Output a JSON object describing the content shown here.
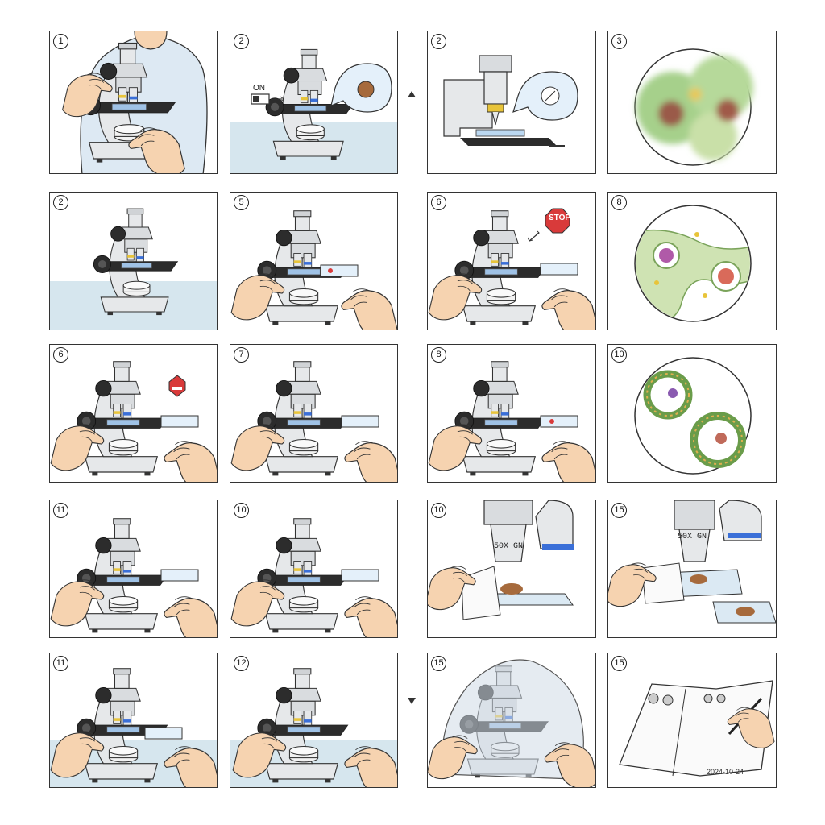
{
  "panels": [
    {
      "number": "1"
    },
    {
      "number": "2"
    },
    {
      "number": "2"
    },
    {
      "number": "3"
    },
    {
      "number": "2"
    },
    {
      "number": "5"
    },
    {
      "number": "6"
    },
    {
      "number": "8"
    },
    {
      "number": "6"
    },
    {
      "number": "7"
    },
    {
      "number": "8"
    },
    {
      "number": "10"
    },
    {
      "number": "11"
    },
    {
      "number": "10"
    },
    {
      "number": "10"
    },
    {
      "number": "15"
    },
    {
      "number": "11"
    },
    {
      "number": "12"
    },
    {
      "number": "15"
    },
    {
      "number": "15"
    }
  ],
  "labels": {
    "switch_on": "ON",
    "stop_sign": "STOP",
    "lens_label_1": "50X GN",
    "lens_label_2": "50X GN",
    "notebook_date": "2024-10-24"
  },
  "colors": {
    "line": "#333333",
    "microscope_body": "#e6e8ea",
    "stage": "#2c2c2c",
    "blue_band": "#3a6fd8",
    "yellow_band": "#e8c43a",
    "skin": "#f6d3b0",
    "table_blue": "#d6e6ee",
    "stop_red": "#d93a3a",
    "cell_green": "#8fc26a"
  }
}
